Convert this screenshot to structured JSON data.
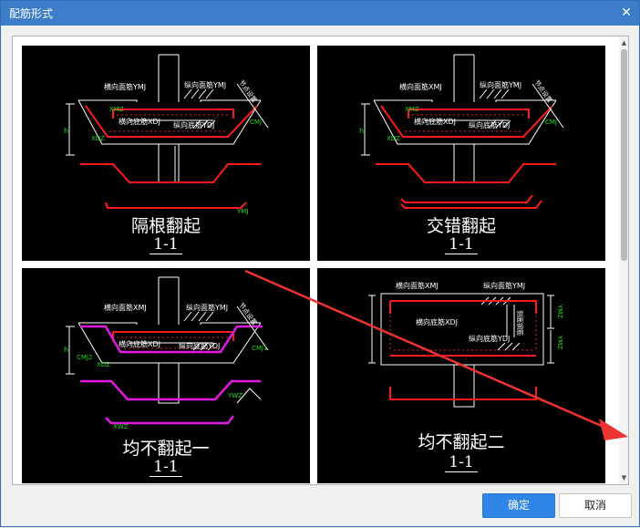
{
  "window": {
    "title": "配筋形式",
    "close_glyph": "✕"
  },
  "tiles": [
    {
      "label": "隔根翻起",
      "section": "1-1",
      "annot": {
        "transverse_top": "横向面筋YMJ",
        "longitudinal_top": "纵向面筋YMJ",
        "transverse_bottom": "横向底筋XDJ",
        "longitudinal_bottom": "纵向底筋YDJ",
        "wall": "节点设置",
        "left_code": "XMZ",
        "right_code": "CMJ",
        "side_code": "XDZ",
        "bottom_code": "YMJ",
        "dim": "h"
      }
    },
    {
      "label": "交错翻起",
      "section": "1-1",
      "annot": {
        "transverse_top": "横向面筋XMJ",
        "longitudinal_top": "纵向面筋YMJ",
        "transverse_bottom": "横向底筋XDJ",
        "longitudinal_bottom": "纵向底筋YDJ",
        "wall": "节点设置",
        "left_code": "XMZ",
        "right_code": "CMJ",
        "side_code": "XDZ",
        "dim": "h"
      }
    },
    {
      "label": "均不翻起一",
      "section": "1-1",
      "annot": {
        "transverse_top": "横向面筋XMJ",
        "longitudinal_top": "纵向面筋YMJ",
        "transverse_bottom": "横向底筋XDJ",
        "longitudinal_bottom": "纵向底筋YDJ",
        "wall": "节点设置",
        "left_code": "CMJ2",
        "right_code": "CMJ1",
        "side_code": "XDZ",
        "bottom_left_code": "XWZ",
        "bottom_right_code": "YWZ",
        "dim": "h"
      }
    },
    {
      "label": "均不翻起二",
      "section": "1-1",
      "annot": {
        "transverse_top": "横向面筋XMJ",
        "longitudinal_top": "纵向面筋YMJ",
        "transverse_bottom": "横向底筋XDJ",
        "longitudinal_bottom": "纵向底筋YDJ",
        "side_bar": "侧面钢筋",
        "right_code_top": "YMZ",
        "right_code_bottom": "YMZ"
      }
    }
  ],
  "buttons": {
    "ok": "确定",
    "cancel": "取消"
  },
  "colors": {
    "titlebar": "#3c7cc8",
    "tile_bg": "#000000",
    "rebar_red": "#ff1a1a",
    "rebar_magenta": "#e01ae0",
    "annotation_green": "#22dd22",
    "arrow": "#ee3333",
    "ok_button": "#2f86e6"
  }
}
